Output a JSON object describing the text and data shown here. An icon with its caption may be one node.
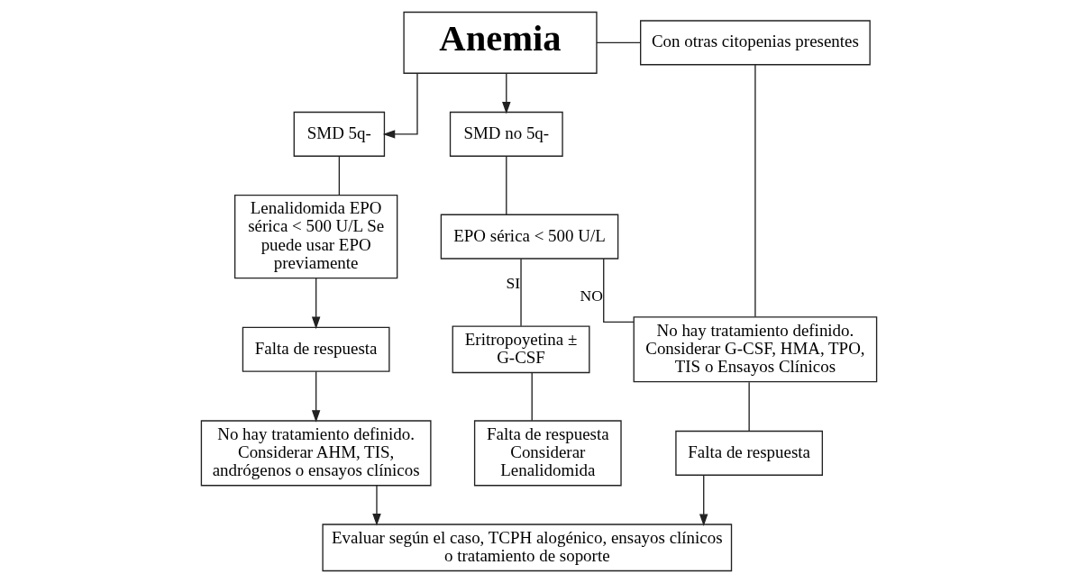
{
  "diagram": {
    "nodes": [
      {
        "text": [
          "Anemia"
        ]
      },
      {
        "text": [
          "Con otras citopenias presentes"
        ]
      },
      {
        "text": [
          "SMD 5q-"
        ]
      },
      {
        "text": [
          "SMD no 5q-"
        ]
      },
      {
        "text": [
          "Lenalidomida EPO sérica < 500 U/L Se puede usar EPO previamente"
        ]
      },
      {
        "text": [
          "EPO sérica < 500 U/L"
        ]
      },
      {
        "text": [
          "Eritropoyetina ± G-CSF"
        ]
      },
      {
        "text": [
          "No hay tratamiento definido. Considerar G-CSF, HMA, TPO, TIS o Ensayos Clínicos"
        ]
      },
      {
        "text": [
          "Falta de respuesta"
        ]
      },
      {
        "text": [
          "Falta de respuesta Considerar Lenalidomida"
        ]
      },
      {
        "text": [
          "Falta de respuesta"
        ]
      },
      {
        "text": [
          "No hay tratamiento definido. Considerar AHM, TIS, andrógenos o ensayos clínicos"
        ]
      },
      {
        "text": [
          "Evaluar según el caso, TCPH alogénico, ensayos clínicos o tratamiento de soporte"
        ]
      }
    ],
    "edges": [
      {
        "from": 0,
        "to": 1,
        "arrow": "none"
      },
      {
        "from": 0,
        "to": 2,
        "arrow": "to"
      },
      {
        "from": 0,
        "to": 3,
        "arrow": "to"
      },
      {
        "from": 1,
        "to": 7,
        "arrow": "none"
      },
      {
        "from": 2,
        "to": 4,
        "arrow": "none"
      },
      {
        "from": 3,
        "to": 5,
        "arrow": "none"
      },
      {
        "from": 5,
        "to": 7,
        "arrow": "none",
        "label": "NO"
      },
      {
        "from": 5,
        "to": 6,
        "arrow": "none",
        "label": "SI"
      },
      {
        "from": 4,
        "to": 8,
        "arrow": "to"
      },
      {
        "from": 6,
        "to": 9,
        "arrow": "none"
      },
      {
        "from": 7,
        "to": 10,
        "arrow": "none"
      },
      {
        "from": 8,
        "to": 11,
        "arrow": "to"
      },
      {
        "from": 11,
        "to": 12,
        "arrow": "to"
      },
      {
        "from": 10,
        "to": 12,
        "arrow": "to"
      }
    ]
  }
}
